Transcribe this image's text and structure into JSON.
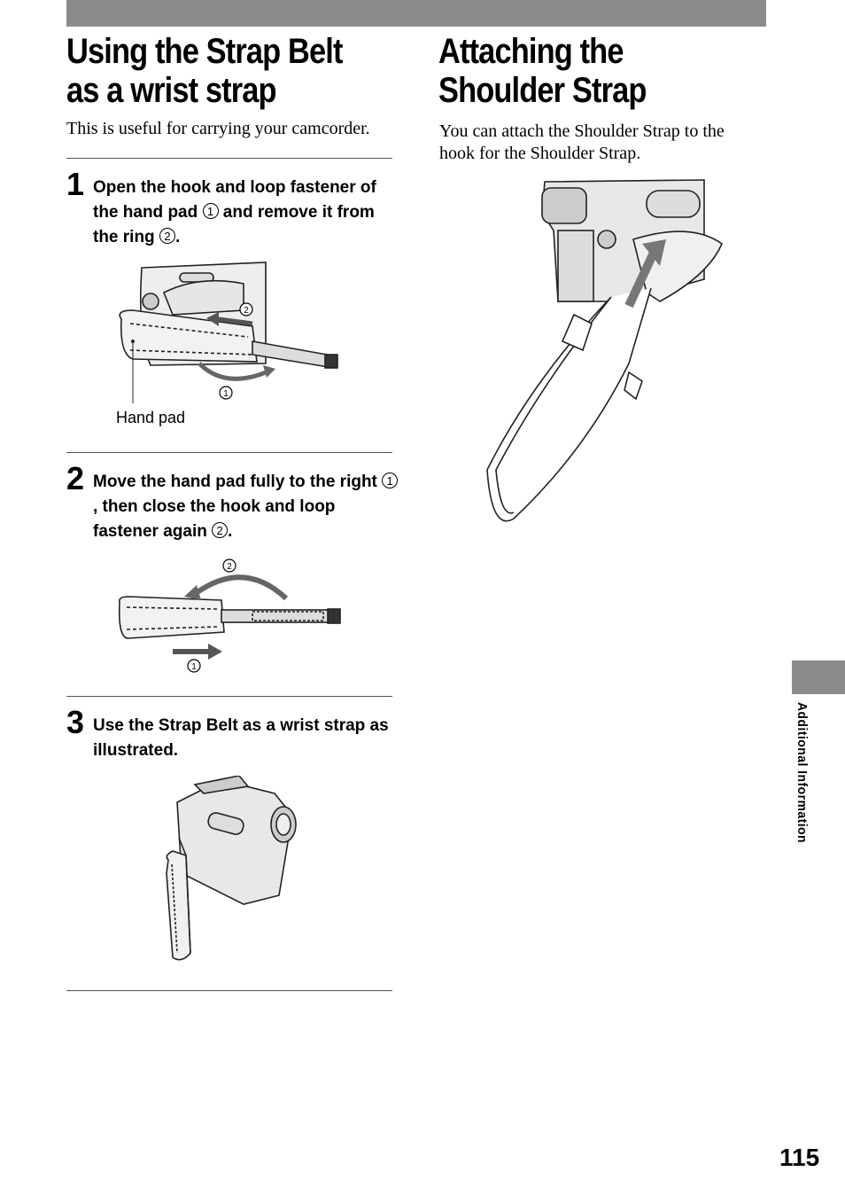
{
  "left": {
    "title": "Using the Strap Belt\nas a wrist strap",
    "lead": "This is useful for carrying your camcorder.",
    "steps": [
      {
        "number": "1",
        "parts": [
          "Open the hook and loop fastener of the hand pad ",
          " and remove it from the ring ",
          "."
        ],
        "markers": [
          "1",
          "2"
        ]
      },
      {
        "number": "2",
        "parts": [
          "Move the hand pad fully to the right ",
          ", then close the hook and loop fastener again ",
          "."
        ],
        "markers": [
          "1",
          "2"
        ]
      },
      {
        "number": "3",
        "parts": [
          "Use the Strap Belt as a wrist strap as illustrated."
        ]
      }
    ],
    "fig1": {
      "caption": "Hand pad",
      "marker1": "1",
      "marker2": "2"
    },
    "fig2": {
      "marker1": "1",
      "marker2": "2"
    }
  },
  "right": {
    "title": "Attaching the\nShoulder Strap",
    "lead": "You can attach the Shoulder Strap to the hook for the Shoulder Strap."
  },
  "side_tab": {
    "label": "Additional Information",
    "color": "#8c8c8c"
  },
  "page_number": "115"
}
